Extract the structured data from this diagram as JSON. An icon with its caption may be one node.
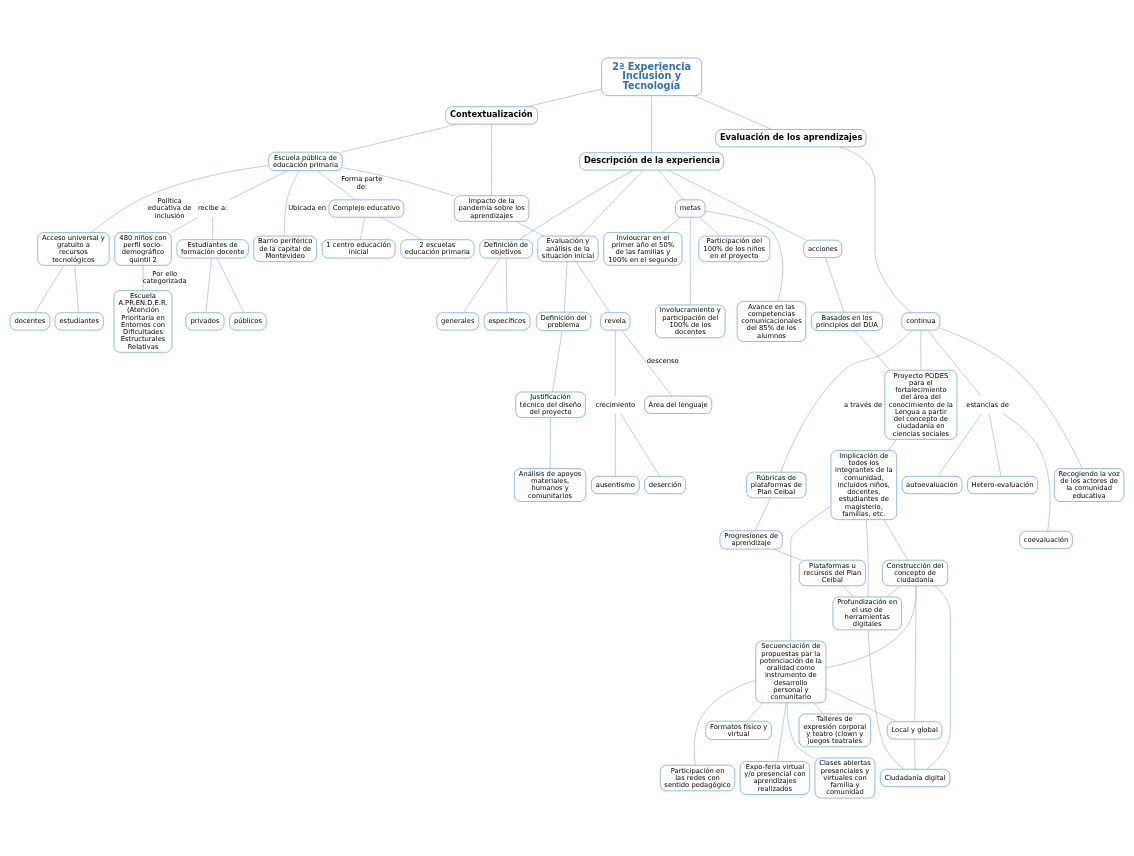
{
  "diagram": {
    "nodes": [
      {
        "text": [
          "2ª Experiencia Inclusión y Tecnología"
        ]
      },
      {
        "text": [
          "Contextualización"
        ]
      },
      {
        "text": [
          "Descripción de la experiencia"
        ]
      },
      {
        "text": [
          "Evaluación de los aprendizajes"
        ]
      },
      {
        "text": [
          "Escuela pública de educación primaria"
        ]
      },
      {
        "text": [
          "Impacto de la pandemia sobre los aprendizajes"
        ]
      },
      {
        "text": [
          "Barrio periférico de la capital de Montevideo"
        ]
      },
      {
        "text": [
          "Complejo educativo"
        ]
      },
      {
        "text": [
          "Acceso universal y gratuito a recursos tecnológicos"
        ]
      },
      {
        "text": [
          "recibe a:"
        ]
      },
      {
        "text": [
          "Estudiantes de formación docente"
        ]
      },
      {
        "text": [
          "480 niños con perfil socio-demográfico quintil 2"
        ]
      },
      {
        "text": [
          "estudiantes"
        ]
      },
      {
        "text": [
          "docentes"
        ]
      },
      {
        "text": [
          "2 escuelas educación primaria"
        ]
      },
      {
        "text": [
          "1 centro educación inicial"
        ]
      },
      {
        "text": [
          "públicos"
        ]
      },
      {
        "text": [
          "privados"
        ]
      },
      {
        "text": [
          "Escuela A.PR.EN.D.E.R. (Atención Prioritaria en Entornos con Dificultades Estructurales Relativas"
        ]
      },
      {
        "text": [
          "Evaluación y análisis de la situación inicial"
        ]
      },
      {
        "text": [
          "revela"
        ]
      },
      {
        "text": [
          "Área del lenguaje"
        ]
      },
      {
        "text": [
          "crecimiento"
        ]
      },
      {
        "text": [
          "ausentismo"
        ]
      },
      {
        "text": [
          "deserción"
        ]
      },
      {
        "text": [
          "Definición del problema"
        ]
      },
      {
        "text": [
          "Justificación técnico del diseño del proyecto"
        ]
      },
      {
        "text": [
          "Análisis de apoyos materiales, humanos y comunitarios"
        ]
      },
      {
        "text": [
          "Definición de objetivos"
        ]
      },
      {
        "text": [
          "generales"
        ]
      },
      {
        "text": [
          "específicos"
        ]
      },
      {
        "text": [
          "metas"
        ]
      },
      {
        "text": [
          "Participación del 100% de los niños en el proyecto"
        ]
      },
      {
        "text": [
          "Avance en las competencias comunicacionales del 85% de los alumnos"
        ]
      },
      {
        "text": [
          "Invloucrar en el primer año el 50% de las familias y 100% en el segundo"
        ]
      },
      {
        "text": [
          "Involucramiento y participación del 100% de los docentes"
        ]
      },
      {
        "text": [
          "acciones"
        ]
      },
      {
        "text": [
          "Basados en los principios del DUA"
        ]
      },
      {
        "text": [
          "Proyecto PODES para el fortalecimiento del área del conocimiento de la Lengua a partir del concepto de ciudadanía en ciencias sociales"
        ]
      },
      {
        "text": [
          "Implicación de todos los integrantes de la comunidad, incluidos niños, docentes, estudiantes de magisterio, familias, etc."
        ]
      },
      {
        "text": [
          "continua"
        ]
      },
      {
        "text": [
          "autoevaluación"
        ]
      },
      {
        "text": [
          "estancias de"
        ]
      },
      {
        "text": [
          "coevaluación"
        ]
      },
      {
        "text": [
          "Hetero-evaluación"
        ]
      },
      {
        "text": [
          "Rúbricas de plataformas de Plan Ceibal"
        ]
      },
      {
        "text": [
          "Progresiones de aprendizaje"
        ]
      },
      {
        "text": [
          "Plataformas u recursos del Plan Ceibal"
        ]
      },
      {
        "text": [
          "Recogiendo la voz de los actores de la comunidad educativa"
        ]
      },
      {
        "text": [
          "Profundización en el uso de herramientas digitales"
        ]
      },
      {
        "text": [
          "Construcción del concepto de ciudadanía"
        ]
      },
      {
        "text": [
          "Secuenciación de propuestas par la potenciación de la oralidad como instrumento de desarrollo personal y comunitario"
        ]
      },
      {
        "text": [
          "Formatos físico y virtual"
        ]
      },
      {
        "text": [
          "Participación en las redes con sentido pedagógico"
        ]
      },
      {
        "text": [
          "Local y global"
        ]
      },
      {
        "text": [
          "Ciudadanía digital"
        ]
      },
      {
        "text": [
          "Expo-feria virtual y/o presencial con aprendizajes realizados"
        ]
      },
      {
        "text": [
          "Talleres de expresión corporal y teatro (clown y juegos teatrales"
        ]
      },
      {
        "text": [
          "Clases abiertas presenciales y virtuales con familia y comunidad"
        ]
      }
    ],
    "edges": [
      {
        "from": 0,
        "to": 1,
        "arrow": "none"
      },
      {
        "from": 0,
        "to": 2,
        "arrow": "none"
      },
      {
        "from": 0,
        "to": 3,
        "arrow": "none"
      },
      {
        "from": 1,
        "to": 4,
        "arrow": "none"
      },
      {
        "from": 1,
        "to": 5,
        "arrow": "none"
      },
      {
        "from": 4,
        "to": 5,
        "arrow": "none"
      },
      {
        "from": 5,
        "to": 19,
        "arrow": "none"
      },
      {
        "from": 4,
        "to": 6,
        "arrow": "none",
        "label": "Ubicada en"
      },
      {
        "from": 4,
        "to": 7,
        "arrow": "none",
        "label": "Forma parte de:"
      },
      {
        "from": 4,
        "to": 8,
        "arrow": "none",
        "label": "Política educativa de inclusión"
      },
      {
        "from": 4,
        "to": 9,
        "arrow": "none"
      },
      {
        "from": 9,
        "to": 10,
        "arrow": "none"
      },
      {
        "from": 9,
        "to": 11,
        "arrow": "none"
      },
      {
        "from": 8,
        "to": 12,
        "arrow": "none"
      },
      {
        "from": 8,
        "to": 13,
        "arrow": "none"
      },
      {
        "from": 7,
        "to": 14,
        "arrow": "none"
      },
      {
        "from": 7,
        "to": 15,
        "arrow": "none"
      },
      {
        "from": 10,
        "to": 16,
        "arrow": "none"
      },
      {
        "from": 10,
        "to": 17,
        "arrow": "none"
      },
      {
        "from": 11,
        "to": 18,
        "arrow": "none",
        "label": "Por ello categorizada"
      },
      {
        "from": 2,
        "to": 19,
        "arrow": "none"
      },
      {
        "from": 2,
        "to": 28,
        "arrow": "none"
      },
      {
        "from": 2,
        "to": 31,
        "arrow": "none"
      },
      {
        "from": 2,
        "to": 36,
        "arrow": "none"
      },
      {
        "from": 19,
        "to": 20,
        "arrow": "none"
      },
      {
        "from": 19,
        "to": 25,
        "arrow": "none"
      },
      {
        "from": 20,
        "to": 21,
        "arrow": "none",
        "label": "descenso"
      },
      {
        "from": 20,
        "to": 22,
        "arrow": "none"
      },
      {
        "from": 22,
        "to": 23,
        "arrow": "none"
      },
      {
        "from": 22,
        "to": 24,
        "arrow": "none"
      },
      {
        "from": 25,
        "to": 26,
        "arrow": "none"
      },
      {
        "from": 26,
        "to": 27,
        "arrow": "none"
      },
      {
        "from": 28,
        "to": 29,
        "arrow": "none"
      },
      {
        "from": 28,
        "to": 30,
        "arrow": "none"
      },
      {
        "from": 31,
        "to": 32,
        "arrow": "none"
      },
      {
        "from": 31,
        "to": 33,
        "arrow": "none"
      },
      {
        "from": 31,
        "to": 34,
        "arrow": "none"
      },
      {
        "from": 31,
        "to": 35,
        "arrow": "none"
      },
      {
        "from": 36,
        "to": 37,
        "arrow": "none"
      },
      {
        "from": 37,
        "to": 38,
        "arrow": "none"
      },
      {
        "from": 38,
        "to": 39,
        "arrow": "none"
      },
      {
        "from": 3,
        "to": 40,
        "arrow": "none"
      },
      {
        "from": 40,
        "to": 38,
        "arrow": "none"
      },
      {
        "from": 40,
        "to": 45,
        "arrow": "none",
        "label": "a través de"
      },
      {
        "from": 40,
        "to": 42,
        "arrow": "none"
      },
      {
        "from": 42,
        "to": 41,
        "arrow": "none"
      },
      {
        "from": 42,
        "to": 43,
        "arrow": "none"
      },
      {
        "from": 42,
        "to": 44,
        "arrow": "none"
      },
      {
        "from": 40,
        "to": 48,
        "arrow": "none"
      },
      {
        "from": 45,
        "to": 46,
        "arrow": "none"
      },
      {
        "from": 46,
        "to": 47,
        "arrow": "none"
      },
      {
        "from": 47,
        "to": 49,
        "arrow": "none"
      },
      {
        "from": 39,
        "to": 49,
        "arrow": "none"
      },
      {
        "from": 39,
        "to": 50,
        "arrow": "none"
      },
      {
        "from": 39,
        "to": 51,
        "arrow": "none"
      },
      {
        "from": 50,
        "to": 49,
        "arrow": "none"
      },
      {
        "from": 50,
        "to": 51,
        "arrow": "none"
      },
      {
        "from": 50,
        "to": 54,
        "arrow": "none"
      },
      {
        "from": 50,
        "to": 55,
        "arrow": "none"
      },
      {
        "from": 49,
        "to": 55,
        "arrow": "none"
      },
      {
        "from": 51,
        "to": 52,
        "arrow": "none"
      },
      {
        "from": 51,
        "to": 53,
        "arrow": "none"
      },
      {
        "from": 51,
        "to": 54,
        "arrow": "none"
      },
      {
        "from": 51,
        "to": 56,
        "arrow": "none"
      },
      {
        "from": 51,
        "to": 57,
        "arrow": "none"
      },
      {
        "from": 51,
        "to": 58,
        "arrow": "none"
      },
      {
        "from": 54,
        "to": 55,
        "arrow": "none"
      }
    ]
  }
}
